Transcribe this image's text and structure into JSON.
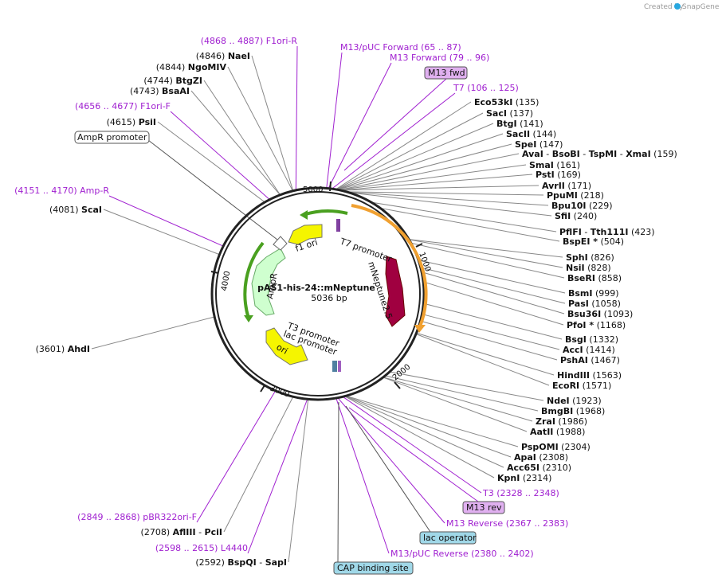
{
  "credit": {
    "text": "Created by",
    "brand": "SnapGene"
  },
  "plasmid": {
    "name": "pAS1-his-24::mNeptune",
    "size": "5036 bp"
  },
  "ticks": [
    "1000",
    "2000",
    "3000",
    "4000",
    "5000"
  ],
  "arrows": [
    {
      "label": "T7 promoter"
    },
    {
      "label": "mNeptune2.5"
    },
    {
      "label": "f1 ori"
    },
    {
      "label": "AmpR"
    },
    {
      "label": "T3 promoter"
    },
    {
      "label": "lac promoter"
    },
    {
      "label": "ori"
    }
  ],
  "features_left": [
    {
      "pos": "(4868 .. 4887)",
      "name": "F1ori-R"
    },
    {
      "pos": "(4656 .. 4677)",
      "name": "F1ori-F"
    },
    {
      "pos": "(4151 .. 4170)",
      "name": "Amp-R"
    },
    {
      "pos": "(2849 .. 2868)",
      "name": "pBR322ori-F"
    },
    {
      "pos": "(2598 .. 2615)",
      "name": "L4440"
    }
  ],
  "features_top": [
    {
      "name": "M13/pUC Forward",
      "pos": "(65 .. 87)"
    },
    {
      "name": "M13 Forward",
      "pos": "(79 .. 96)"
    },
    {
      "name": "T7",
      "pos": "(106 .. 125)"
    }
  ],
  "features_bottom": [
    {
      "name": "T3",
      "pos": "(2328 .. 2348)"
    },
    {
      "name": "M13 Reverse",
      "pos": "(2367 .. 2383)"
    },
    {
      "name": "M13/pUC Reverse",
      "pos": "(2380 .. 2402)"
    }
  ],
  "boxes": {
    "m13fwd": "M13 fwd",
    "m13rev": "M13 rev",
    "ampr_promoter": "AmpR promoter",
    "lac_operator": "lac operator",
    "cap_site": "CAP binding site"
  },
  "left_enzymes": [
    {
      "pos": "(4846)",
      "name": "NaeI"
    },
    {
      "pos": "(4844)",
      "name": "NgoMIV"
    },
    {
      "pos": "(4744)",
      "name": "BtgZI"
    },
    {
      "pos": "(4743)",
      "name": "BsaAI"
    },
    {
      "pos": "(4615)",
      "name": "PsiI"
    },
    {
      "pos": "(4081)",
      "name": "ScaI"
    },
    {
      "pos": "(3601)",
      "name": "AhdI"
    },
    {
      "pos": "(2708)",
      "name": "AflIII",
      "name2": "PciI"
    },
    {
      "pos": "(2592)",
      "name": "BspQI",
      "name2": "SapI"
    }
  ],
  "right_enzymes": [
    {
      "name": "Eco53kI",
      "pos": "(135)"
    },
    {
      "name": "SacI",
      "pos": "(137)"
    },
    {
      "name": "BtgI",
      "pos": "(141)"
    },
    {
      "name": "SacII",
      "pos": "(144)"
    },
    {
      "name": "SpeI",
      "pos": "(147)"
    },
    {
      "name": "AvaI",
      "extra": [
        "BsoBI",
        "TspMI",
        "XmaI"
      ],
      "pos": "(159)"
    },
    {
      "name": "SmaI",
      "pos": "(161)"
    },
    {
      "name": "PstI",
      "pos": "(169)"
    },
    {
      "name": "AvrII",
      "pos": "(171)"
    },
    {
      "name": "PpuMI",
      "pos": "(218)"
    },
    {
      "name": "Bpu10I",
      "pos": "(229)"
    },
    {
      "name": "SfiI",
      "pos": "(240)"
    },
    {
      "name": "PflFI",
      "extra": [
        "Tth111I"
      ],
      "pos": "(423)"
    },
    {
      "name": "BspEI *",
      "pos": "(504)"
    },
    {
      "name": "SphI",
      "pos": "(826)"
    },
    {
      "name": "NsiI",
      "pos": "(828)"
    },
    {
      "name": "BseRI",
      "pos": "(858)"
    },
    {
      "name": "BsmI",
      "pos": "(999)"
    },
    {
      "name": "PasI",
      "pos": "(1058)"
    },
    {
      "name": "Bsu36I",
      "pos": "(1093)"
    },
    {
      "name": "PfoI *",
      "pos": "(1168)"
    },
    {
      "name": "BsgI",
      "pos": "(1332)"
    },
    {
      "name": "AccI",
      "pos": "(1414)"
    },
    {
      "name": "PshAI",
      "pos": "(1467)"
    },
    {
      "name": "HindIII",
      "pos": "(1563)"
    },
    {
      "name": "EcoRI",
      "pos": "(1571)"
    },
    {
      "name": "NdeI",
      "pos": "(1923)"
    },
    {
      "name": "BmgBI",
      "pos": "(1968)"
    },
    {
      "name": "ZraI",
      "pos": "(1986)"
    },
    {
      "name": "AatII",
      "pos": "(1988)"
    },
    {
      "name": "PspOMI",
      "pos": "(2304)"
    },
    {
      "name": "ApaI",
      "pos": "(2308)"
    },
    {
      "name": "Acc65I",
      "pos": "(2310)"
    },
    {
      "name": "KpnI",
      "pos": "(2314)"
    }
  ]
}
